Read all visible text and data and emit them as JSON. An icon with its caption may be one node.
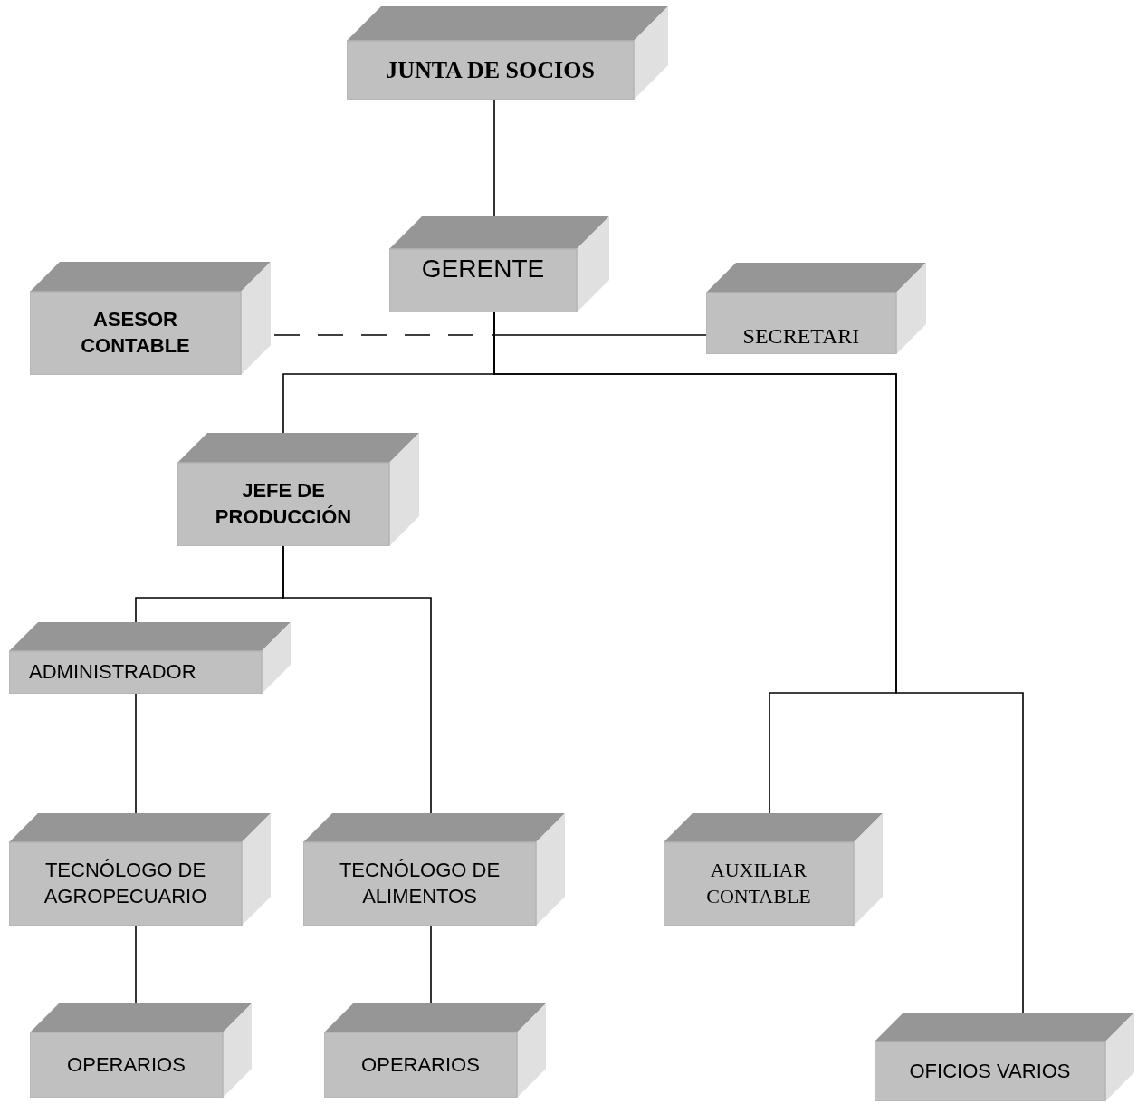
{
  "diagram": {
    "nodes": [
      {
        "text": [
          "JUNTA DE SOCIOS"
        ]
      },
      {
        "text": [
          "GERENTE"
        ]
      },
      {
        "text": [
          "ASESOR CONTABLE"
        ]
      },
      {
        "text": [
          "SECRETARI"
        ]
      },
      {
        "text": [
          "JEFE DE PRODUCCIÓN"
        ]
      },
      {
        "text": [
          "ADMINISTRADOR"
        ]
      },
      {
        "text": [
          "TECNÓLOGO DE AGROPECUARIO"
        ]
      },
      {
        "text": [
          "TECNÓLOGO DE ALIMENTOS"
        ]
      },
      {
        "text": [
          "AUXILIAR CONTABLE"
        ]
      },
      {
        "text": [
          "OPERARIOS"
        ]
      },
      {
        "text": [
          "OPERARIOS"
        ]
      },
      {
        "text": [
          "OFICIOS VARIOS"
        ]
      }
    ],
    "edges": [
      {
        "from": 0,
        "to": 1,
        "arrow": "none"
      },
      {
        "from": 1,
        "to": 2,
        "arrow": "none",
        "style": "dashed"
      },
      {
        "from": 1,
        "to": 3,
        "arrow": "none"
      },
      {
        "from": 1,
        "to": 4,
        "arrow": "none"
      },
      {
        "from": 1,
        "to": 8,
        "arrow": "none"
      },
      {
        "from": 1,
        "to": 11,
        "arrow": "none"
      },
      {
        "from": 4,
        "to": 5,
        "arrow": "none"
      },
      {
        "from": 4,
        "to": 7,
        "arrow": "none"
      },
      {
        "from": 5,
        "to": 6,
        "arrow": "none"
      },
      {
        "from": 6,
        "to": 9,
        "arrow": "none"
      },
      {
        "from": 7,
        "to": 10,
        "arrow": "none"
      }
    ]
  }
}
